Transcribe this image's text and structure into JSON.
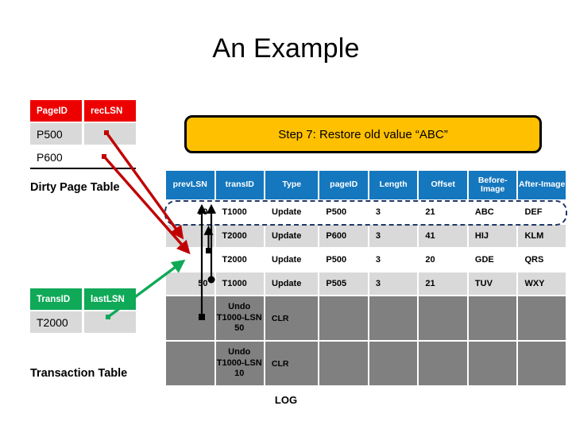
{
  "slide": {
    "title": "An Example",
    "log_label": "LOG"
  },
  "callout": {
    "text": "Step 7: Restore old value “ABC”",
    "fill": "#FFC000",
    "border": "#000000"
  },
  "dirty_page_table": {
    "caption": "Dirty Page Table",
    "header_color": "#ED0000",
    "headers": [
      "PageID",
      "recLSN"
    ],
    "rows": [
      {
        "page_id": "P500",
        "rec_lsn": "",
        "shaded": true
      },
      {
        "page_id": "P600",
        "rec_lsn": "",
        "shaded": false
      }
    ]
  },
  "transaction_table": {
    "caption": "Transaction Table",
    "header_color": "#0FA958",
    "headers": [
      "TransID",
      "lastLSN"
    ],
    "rows": [
      {
        "trans_id": "T2000",
        "last_lsn": "",
        "shaded": true
      }
    ]
  },
  "log_table": {
    "header_color": "#1577BE",
    "highlight_color": "#1F3864",
    "headers": {
      "prev_lsn": "prevLSN",
      "trans_id": "transID",
      "type": "Type",
      "page_id": "pageID",
      "length": "Length",
      "offset": "Offset",
      "before_image": "Before-Image",
      "after_image": "After-Image"
    },
    "rows": [
      {
        "prev_lsn": "10",
        "trans_id": "T1000",
        "type": "Update",
        "page_id": "P500",
        "length": "3",
        "offset": "21",
        "before_image": "ABC",
        "after_image": "DEF",
        "style": "white",
        "highlighted": true
      },
      {
        "prev_lsn": "",
        "trans_id": "T2000",
        "type": "Update",
        "page_id": "P600",
        "length": "3",
        "offset": "41",
        "before_image": "HIJ",
        "after_image": "KLM",
        "style": "gray",
        "highlighted": false
      },
      {
        "prev_lsn": "",
        "trans_id": "T2000",
        "type": "Update",
        "page_id": "P500",
        "length": "3",
        "offset": "20",
        "before_image": "GDE",
        "after_image": "QRS",
        "style": "white",
        "highlighted": false
      },
      {
        "prev_lsn": "50",
        "trans_id": "T1000",
        "type": "Update",
        "page_id": "P505",
        "length": "3",
        "offset": "21",
        "before_image": "TUV",
        "after_image": "WXY",
        "style": "gray",
        "highlighted": false
      },
      {
        "prev_lsn": "",
        "trans_id": "Undo T1000-LSN 50",
        "type": "CLR",
        "page_id": "",
        "length": "",
        "offset": "",
        "before_image": "",
        "after_image": "",
        "style": "mask",
        "highlighted": false
      },
      {
        "prev_lsn": "",
        "trans_id": "Undo T1000-LSN 10",
        "type": "CLR",
        "page_id": "",
        "length": "",
        "offset": "",
        "before_image": "",
        "after_image": "",
        "style": "mask",
        "highlighted": false
      }
    ]
  },
  "annotations": {
    "red_arrow_color": "#C00000",
    "green_arrow_color": "#0FA958",
    "black_arrow_color": "#000000"
  }
}
